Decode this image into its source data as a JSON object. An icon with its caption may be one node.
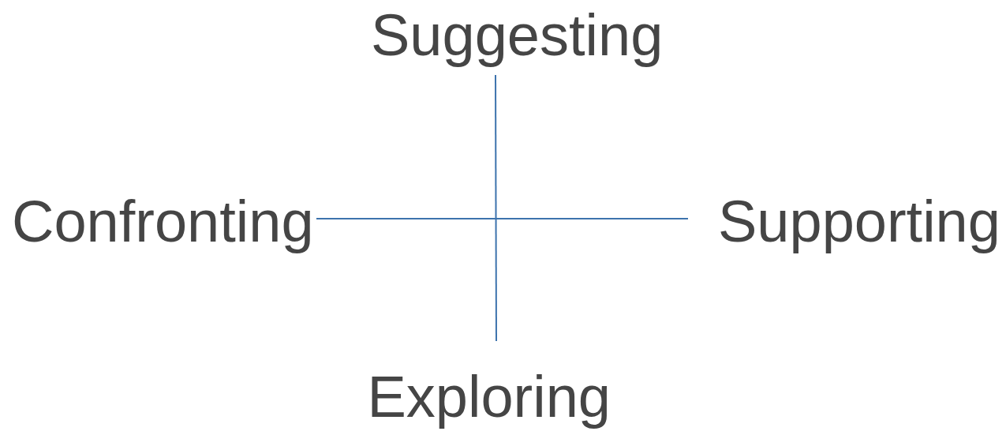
{
  "diagram": {
    "labels": [
      "Suggesting",
      "Confronting",
      "Supporting",
      "Exploring"
    ]
  }
}
